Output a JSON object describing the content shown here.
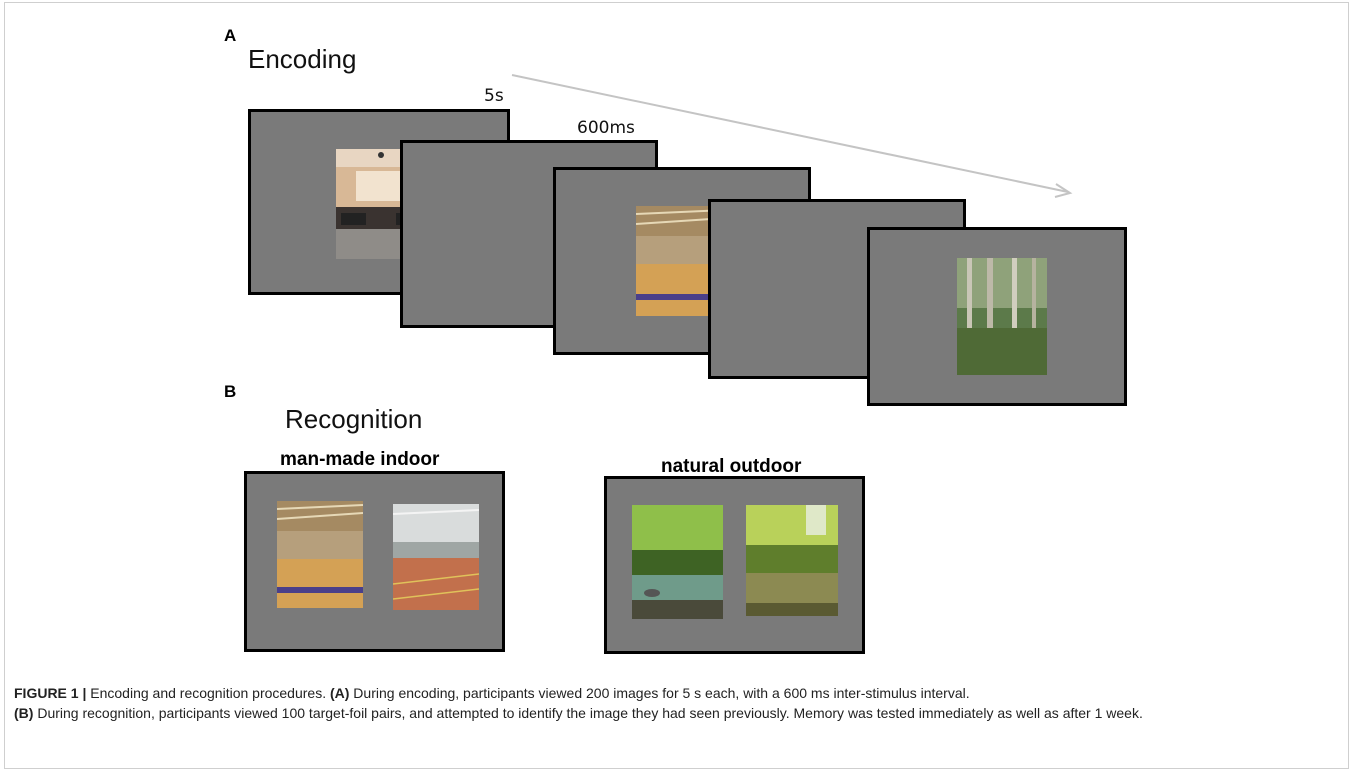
{
  "panel_a": {
    "letter": "A",
    "title": "Encoding",
    "timing_stimulus": "5s",
    "timing_isi": "600ms"
  },
  "panel_b": {
    "letter": "B",
    "title": "Recognition",
    "left_label": "man-made indoor",
    "right_label": "natural outdoor"
  },
  "caption": {
    "figure_label": "FIGURE 1 |",
    "intro": " Encoding and recognition procedures. ",
    "a_tag": "(A)",
    "a_text": " During encoding, participants viewed 200 images for 5 s each, with a 600 ms inter-stimulus interval.",
    "b_tag": "(B)",
    "b_text": " During recognition, participants viewed 100 target-foil pairs, and attempted to identify the image they had seen previously. Memory was tested immediately as well as after 1 week."
  },
  "colors": {
    "screen_gray": "#7a7a7a",
    "arrow_gray": "#c4c4c4"
  }
}
